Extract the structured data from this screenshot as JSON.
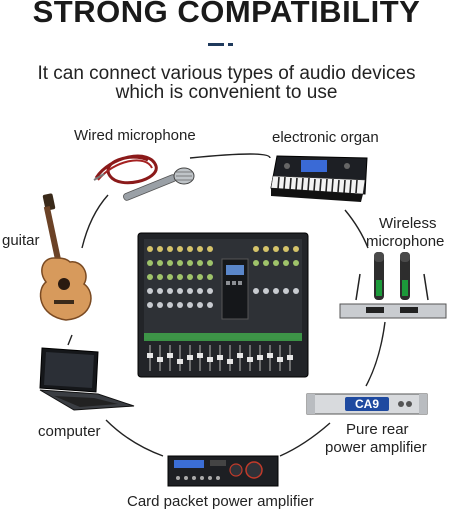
{
  "header": {
    "title": "STRONG COMPATIBILITY",
    "subtitle_line1": "It can connect various types of audio devices",
    "subtitle_line2": "which is convenient to use"
  },
  "devices": {
    "wired_mic": "Wired microphone",
    "organ": "electronic organ",
    "wireless_mic_line1": "Wireless",
    "wireless_mic_line2": "microphone",
    "guitar": "guitar",
    "computer": "computer",
    "rear_amp_line1": "Pure rear",
    "rear_amp_line2": "power amplifier",
    "card_amp": "Card packet power amplifier"
  },
  "amp_brand": "CA9",
  "colors": {
    "accent_dash": "#1f3a5c",
    "connector_line": "#222222"
  }
}
